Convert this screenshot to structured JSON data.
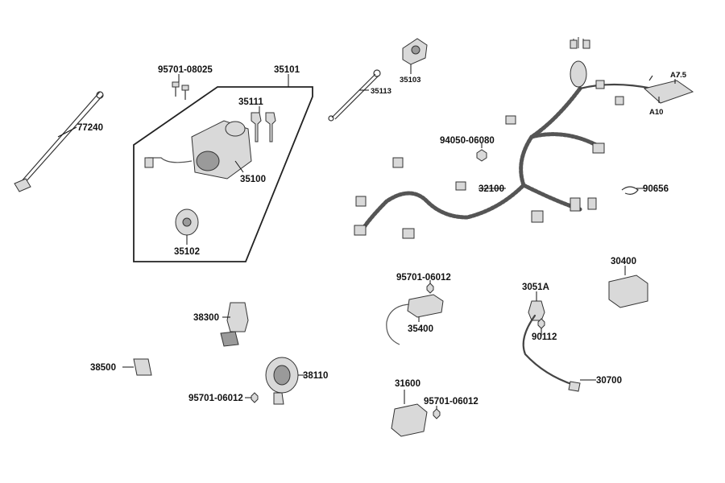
{
  "labels": {
    "p77240": "77240",
    "p95701_08025": "95701-08025",
    "p35101": "35101",
    "p35111": "35111",
    "p35100": "35100",
    "p35102": "35102",
    "p35113": "35113",
    "p35103": "35103",
    "p94050_06080": "94050-06080",
    "p32100": "32100",
    "pA75": "A7.5",
    "pA10": "A10",
    "p90656": "90656",
    "p30400": "30400",
    "p95701_06012_a": "95701-06012",
    "p35400": "35400",
    "p3051A": "3051A",
    "p90112": "90112",
    "p30700": "30700",
    "p38300": "38300",
    "p38500": "38500",
    "p38110": "38110",
    "p95701_06012_b": "95701-06012",
    "p31600": "31600",
    "p95701_06012_c": "95701-06012"
  },
  "colors": {
    "ink": "#111111",
    "part_fill": "#d9d9d9",
    "part_dark": "#9a9a9a",
    "background": "#ffffff"
  }
}
